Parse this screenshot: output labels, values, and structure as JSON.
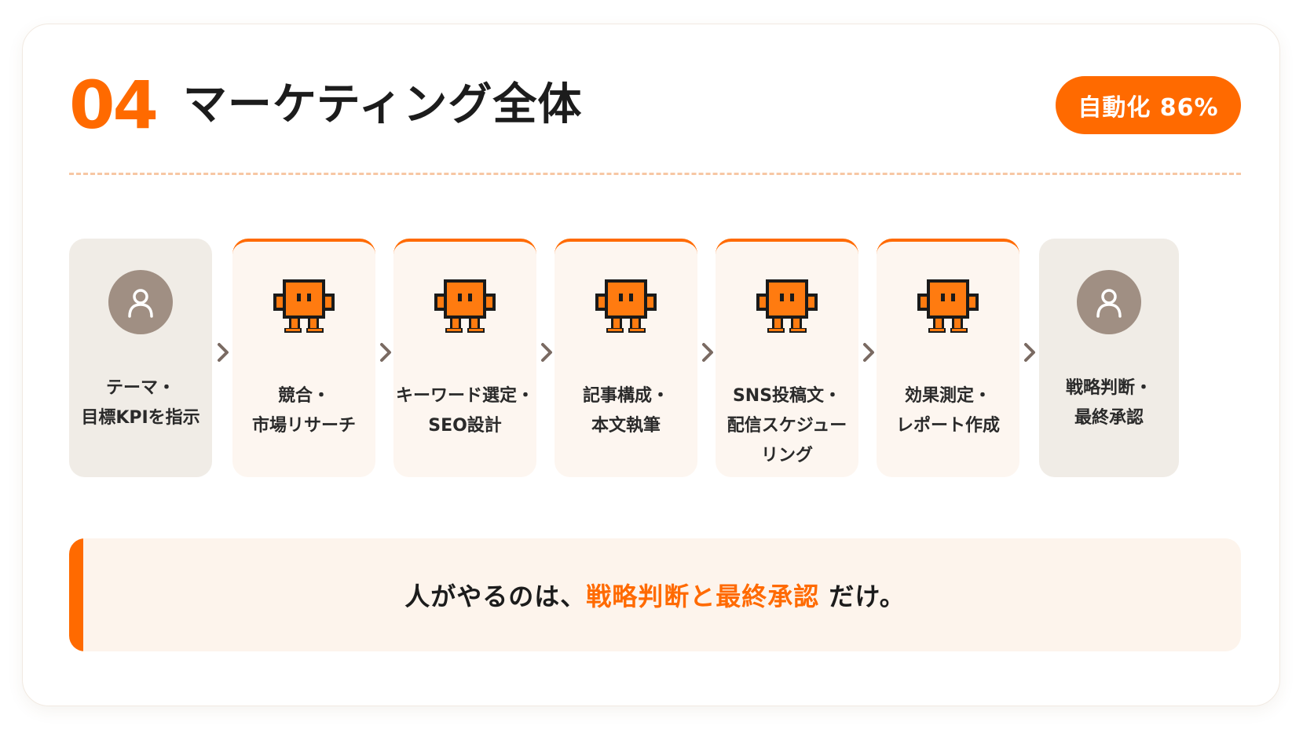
{
  "header": {
    "number": "04",
    "title": "マーケティング全体",
    "badge": "自動化 86%"
  },
  "steps": [
    {
      "actor": "human",
      "icon": "user-icon",
      "lines": [
        "テーマ・",
        "目標KPIを指示"
      ]
    },
    {
      "actor": "ai",
      "icon": "robot-icon",
      "lines": [
        "競合・",
        "市場リサーチ"
      ]
    },
    {
      "actor": "ai",
      "icon": "robot-icon",
      "lines": [
        "キーワード選定・",
        "SEO設計"
      ]
    },
    {
      "actor": "ai",
      "icon": "robot-icon",
      "lines": [
        "記事構成・",
        "本文執筆"
      ]
    },
    {
      "actor": "ai",
      "icon": "robot-icon",
      "lines": [
        "SNS投稿文・",
        "配信スケジュー",
        "リング"
      ]
    },
    {
      "actor": "ai",
      "icon": "robot-icon",
      "lines": [
        "効果測定・",
        "レポート作成"
      ]
    },
    {
      "actor": "human",
      "icon": "user-icon",
      "lines": [
        "戦略判断・",
        "最終承認"
      ]
    }
  ],
  "callout": {
    "prefix": "人がやるのは、",
    "highlight": "戦略判断と最終承認",
    "suffix": " だけ。"
  },
  "colors": {
    "accent": "#ff6a00",
    "human_bg": "#f0ece6",
    "ai_bg": "#fdf6f0",
    "avatar": "#a08f83",
    "chevron": "#7a6a62"
  }
}
